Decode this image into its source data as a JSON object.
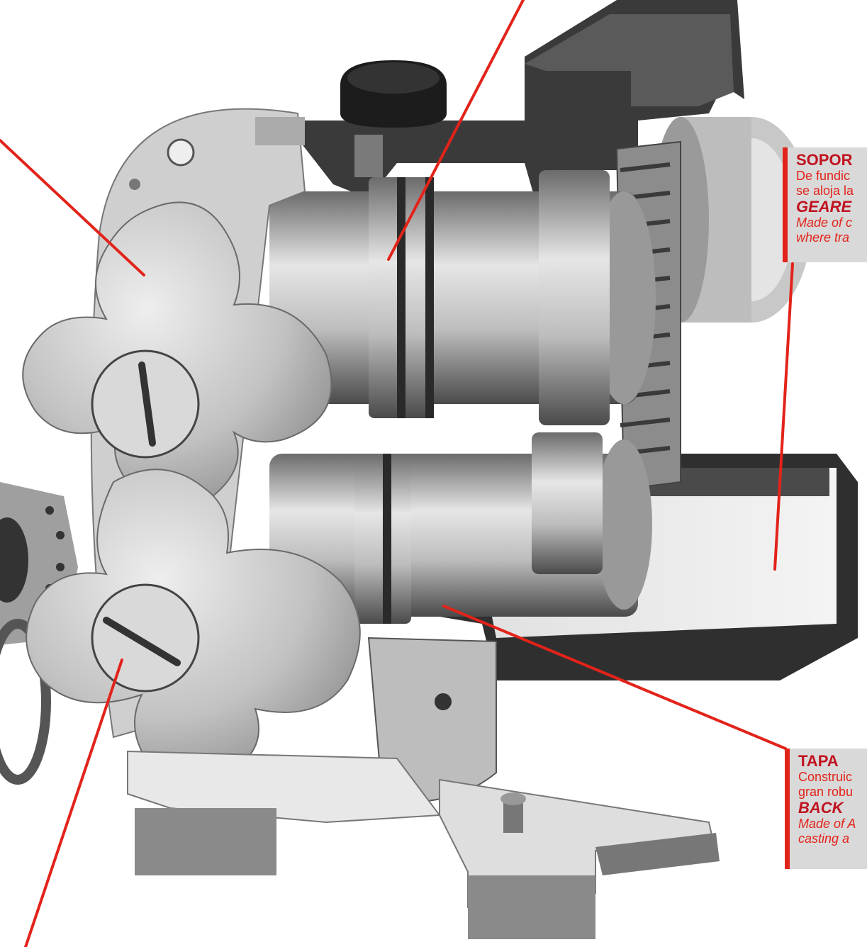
{
  "colors": {
    "accent_red": "#e2231a",
    "label_red": "#c1121f",
    "callout_bg": "#d9d9d9",
    "metal_light": "#d4d4d4",
    "metal_mid": "#a8a8a8",
    "metal_dark": "#3a3a3a"
  },
  "callouts": {
    "soporte": {
      "title": "SOPOR",
      "desc_lines": [
        "De fundic",
        "se aloja la"
      ],
      "title_en": "GEARE",
      "desc_en_lines": [
        "Made of c",
        "where tra"
      ]
    },
    "tapa": {
      "title": "TAPA",
      "desc_lines": [
        "Construic",
        "gran robu"
      ],
      "title_en": "BACK",
      "desc_en_lines": [
        "Made of A",
        "casting a"
      ]
    }
  },
  "icons": {
    "leader_line": "red-leader-line-icon",
    "pump": "lobe-pump-cutaway-icon"
  }
}
